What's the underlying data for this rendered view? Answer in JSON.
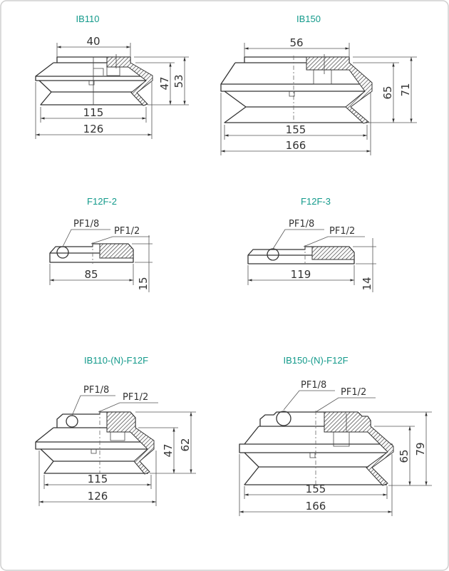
{
  "colors": {
    "title": "#139a8b",
    "line": "#333333"
  },
  "drawings": {
    "ib110": {
      "title": "IB110",
      "dims": {
        "top": "40",
        "h_inner": "47",
        "h_total": "53",
        "w_inner": "115",
        "w_total": "126"
      }
    },
    "ib150": {
      "title": "IB150",
      "dims": {
        "top": "56",
        "h_inner": "65",
        "h_total": "71",
        "w_inner": "155",
        "w_total": "166"
      }
    },
    "f12f2": {
      "title": "F12F-2",
      "port_small": "PF1/8",
      "port_large": "PF1/2",
      "dims": {
        "width": "85",
        "height": "15"
      }
    },
    "f12f3": {
      "title": "F12F-3",
      "port_small": "PF1/8",
      "port_large": "PF1/2",
      "dims": {
        "width": "119",
        "height": "14"
      }
    },
    "ib110n": {
      "title": "IB110-(N)-F12F",
      "port_small": "PF1/8",
      "port_large": "PF1/2",
      "dims": {
        "h_inner": "47",
        "h_total": "62",
        "w_inner": "115",
        "w_total": "126"
      }
    },
    "ib150n": {
      "title": "IB150-(N)-F12F",
      "port_small": "PF1/8",
      "port_large": "PF1/2",
      "dims": {
        "h_inner": "65",
        "h_total": "79",
        "w_inner": "155",
        "w_total": "166"
      }
    }
  }
}
